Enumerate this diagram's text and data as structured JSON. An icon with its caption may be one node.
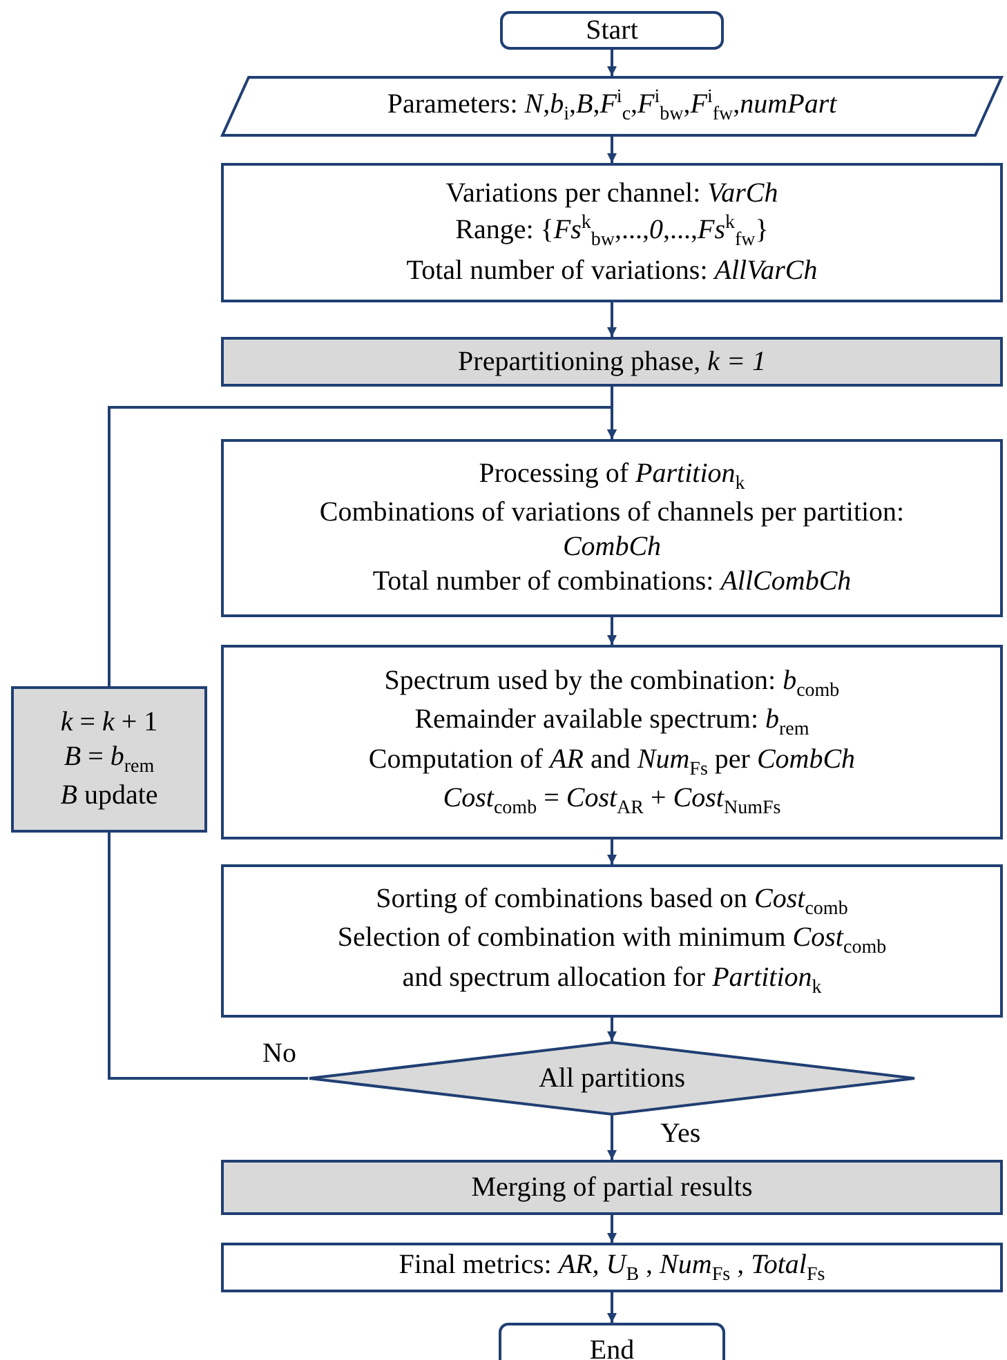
{
  "diagram": {
    "nodes": [
      {
        "text": [
          "Start"
        ]
      },
      {
        "text": [
          "Parameters: *N*,*b*$_{i}$,*B*,*F*$^{i}$$_{c}$,*F*$^{i}$$_{bw}$,*F*$^{i}$$_{fw}$,*numPart*"
        ]
      },
      {
        "text": [
          "Variations per channel: *VarCh*",
          "Range: {*Fs*$^{k}$$_{bw}$,...,*0*,...,*Fs*$^{k}$$_{fw}$}",
          "Total number of variations: *AllVarCh*"
        ]
      },
      {
        "text": [
          "Prepartitioning phase, *k = 1*"
        ]
      },
      {
        "text": [
          "Processing of *Partition*$_{k}$",
          "Combinations of variations of channels per partition: *CombCh*",
          "Total number of combinations: *AllCombCh*"
        ]
      },
      {
        "text": [
          "Spectrum used by the combination: *b*$_{comb}$",
          "Remainder available spectrum: *b*$_{rem}$",
          "Computation of *AR* and *Num*$_{Fs}$ per *CombCh*",
          "*Cost*$_{comb}$ = *Cost*$_{AR}$ + *Cost*$_{NumFs}$"
        ]
      },
      {
        "text": [
          "Sorting of combinations based on *Cost*$_{comb}$",
          "Selection of combination with minimum *Cost*$_{comb}$",
          "and spectrum allocation for *Partition*$_{k}$"
        ]
      },
      {
        "text": [
          "All partitions"
        ]
      },
      {
        "text": [
          "Merging of partial results"
        ]
      },
      {
        "text": [
          "Final metrics: *AR,* *U*$_{B}$ , *Num*$_{Fs}$ , *Total*$_{Fs}$"
        ]
      },
      {
        "text": [
          "End"
        ]
      },
      {
        "text": [
          "*k* = *k* + 1",
          "*B* = *b*$_{rem}$",
          "*B* update"
        ]
      }
    ],
    "edges": [
      {
        "from": 0,
        "to": 1,
        "arrow": "to"
      },
      {
        "from": 1,
        "to": 2,
        "arrow": "to"
      },
      {
        "from": 2,
        "to": 3,
        "arrow": "to"
      },
      {
        "from": 3,
        "to": 4,
        "arrow": "to"
      },
      {
        "from": 4,
        "to": 5,
        "arrow": "to"
      },
      {
        "from": 5,
        "to": 6,
        "arrow": "to"
      },
      {
        "from": 6,
        "to": 7,
        "arrow": "to"
      },
      {
        "from": 7,
        "to": 11,
        "arrow": "none",
        "label": "No"
      },
      {
        "from": 11,
        "to": 4,
        "arrow": "to"
      },
      {
        "from": 7,
        "to": 8,
        "arrow": "to",
        "label": "Yes"
      },
      {
        "from": 8,
        "to": 9,
        "arrow": "to"
      },
      {
        "from": 9,
        "to": 10,
        "arrow": "to"
      }
    ]
  }
}
